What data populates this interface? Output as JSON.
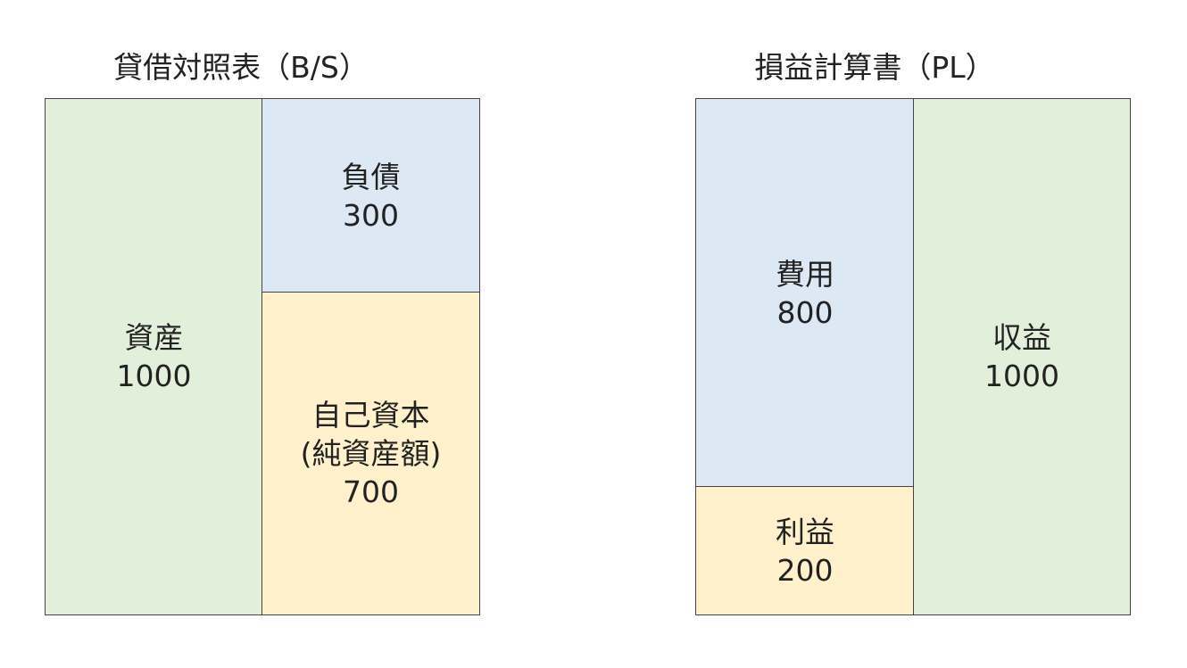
{
  "balance_sheet": {
    "title": "貸借対照表（B/S）",
    "assets": {
      "label": "資産",
      "value": "1000"
    },
    "liabilities": {
      "label": "負債",
      "value": "300"
    },
    "equity": {
      "label": "自己資本",
      "sublabel": "(純資産額)",
      "value": "700"
    }
  },
  "income_statement": {
    "title": "損益計算書（PL）",
    "expenses": {
      "label": "費用",
      "value": "800"
    },
    "profit": {
      "label": "利益",
      "value": "200"
    },
    "revenue": {
      "label": "収益",
      "value": "1000"
    }
  },
  "colors": {
    "green": "#e2efda",
    "blue": "#dce9f5",
    "yellow": "#fff1cc",
    "border": "#444444"
  }
}
